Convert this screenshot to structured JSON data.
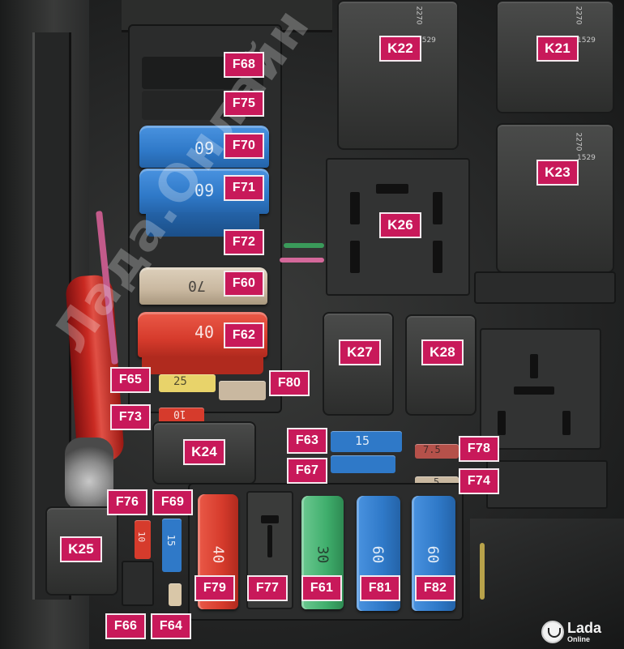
{
  "labels": {
    "F68": "F68",
    "F75": "F75",
    "F70": "F70",
    "F71": "F71",
    "F72": "F72",
    "F60": "F60",
    "F62": "F62",
    "F65": "F65",
    "F80": "F80",
    "F73": "F73",
    "F63": "F63",
    "F67": "F67",
    "F76": "F76",
    "F69": "F69",
    "F78": "F78",
    "F74": "F74",
    "F79": "F79",
    "F77": "F77",
    "F61": "F61",
    "F81": "F81",
    "F82": "F82",
    "F66": "F66",
    "F64": "F64",
    "K21": "K21",
    "K22": "K22",
    "K23": "K23",
    "K24": "K24",
    "K25": "K25",
    "K26": "K26",
    "K27": "K27",
    "K28": "K28"
  },
  "fuse_ratings": {
    "F70": "60",
    "F71": "60",
    "F60": "70",
    "F62": "40",
    "F65": "25",
    "F73": "10",
    "F63": "15",
    "F78": "7.5",
    "F74": "5",
    "F79": "40",
    "F61": "30",
    "F81": "60",
    "F82": "60",
    "F69": "15",
    "F76": "10"
  },
  "relay_markings": {
    "K22": [
      "2270",
      "1529"
    ],
    "K21": [
      "2270",
      "1529"
    ],
    "K23": [
      "2270",
      "1529"
    ]
  },
  "watermark": "Лада.Онлайн",
  "logo": {
    "name": "Lada",
    "sub": "Online"
  },
  "colors": {
    "tag": "#c8195a",
    "fuse_blue": "#2f79c8",
    "fuse_beige": "#c9b8a0",
    "fuse_red": "#d63b2c",
    "fuse_green": "#3fae6c",
    "fuse_yellow": "#e8d36a"
  }
}
